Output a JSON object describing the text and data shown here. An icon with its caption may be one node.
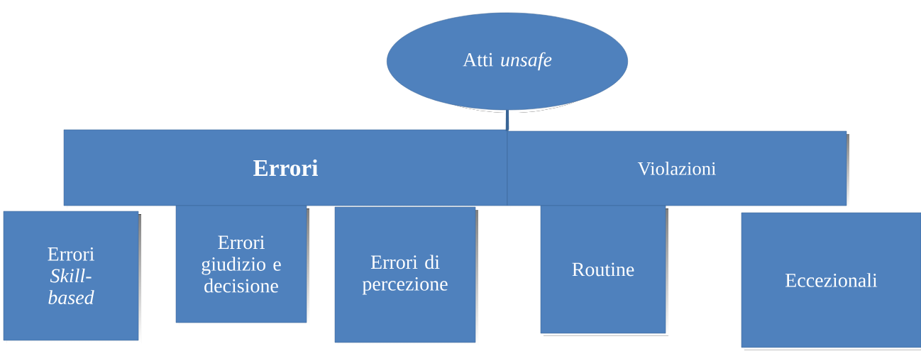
{
  "diagram": {
    "nodes": [
      {
        "text": [
          "Atti *unsafe*"
        ]
      },
      {
        "text": [
          "Errori"
        ]
      },
      {
        "text": [
          "Violazioni"
        ]
      },
      {
        "text": [
          "Errori *Skill-based*"
        ]
      },
      {
        "text": [
          "Errori giudizio e decisione"
        ]
      },
      {
        "text": [
          "Errori di percezione"
        ]
      },
      {
        "text": [
          "Routine"
        ]
      },
      {
        "text": [
          "Eccezionali"
        ]
      }
    ],
    "edges": [
      {
        "from": 0,
        "to": 1,
        "arrow": "none"
      },
      {
        "from": 0,
        "to": 2,
        "arrow": "none"
      }
    ]
  }
}
